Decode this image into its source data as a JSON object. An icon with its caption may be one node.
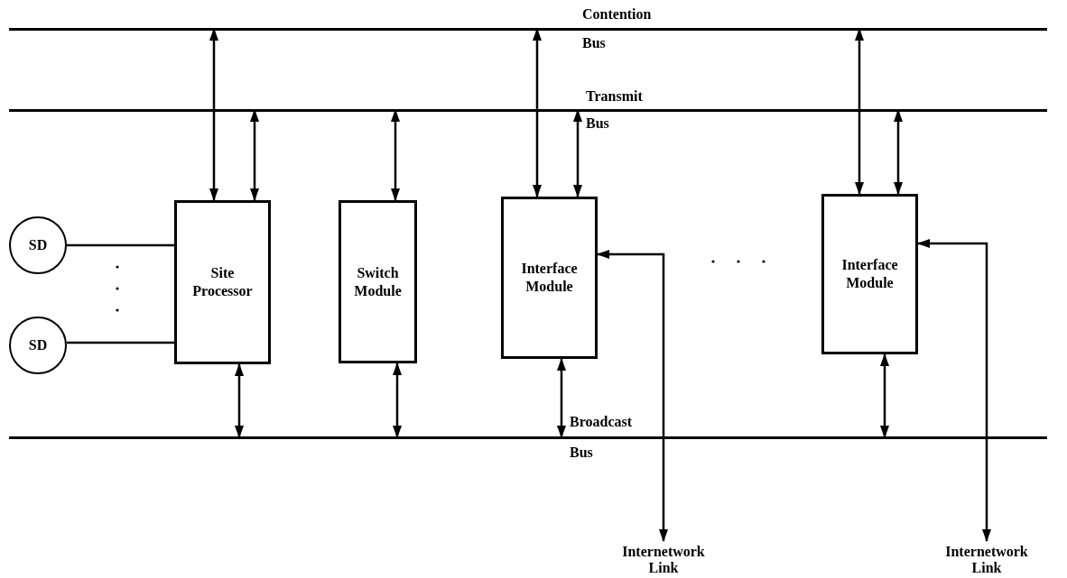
{
  "diagram": {
    "nodes": [
      {
        "text": [
          "Contention Bus"
        ]
      },
      {
        "text": [
          "Transmit Bus"
        ]
      },
      {
        "text": [
          "Broadcast Bus"
        ]
      },
      {
        "text": [
          "SD"
        ]
      },
      {
        "text": [
          "SD"
        ]
      },
      {
        "text": [
          "Site Processor"
        ]
      },
      {
        "text": [
          "Switch Module"
        ]
      },
      {
        "text": [
          "Interface Module"
        ]
      },
      {
        "text": [
          "Interface Module"
        ]
      },
      {
        "text": [
          "Internetwork Link"
        ]
      },
      {
        "text": [
          "Internetwork Link"
        ]
      }
    ],
    "edges": [
      {
        "from": 3,
        "to": 5,
        "arrow": "none"
      },
      {
        "from": 4,
        "to": 5,
        "arrow": "none"
      },
      {
        "from": 5,
        "to": 0,
        "arrow": "both"
      },
      {
        "from": 5,
        "to": 1,
        "arrow": "both"
      },
      {
        "from": 6,
        "to": 1,
        "arrow": "both"
      },
      {
        "from": 7,
        "to": 0,
        "arrow": "both"
      },
      {
        "from": 7,
        "to": 1,
        "arrow": "both"
      },
      {
        "from": 8,
        "to": 0,
        "arrow": "both"
      },
      {
        "from": 8,
        "to": 1,
        "arrow": "both"
      },
      {
        "from": 5,
        "to": 2,
        "arrow": "both"
      },
      {
        "from": 6,
        "to": 2,
        "arrow": "both"
      },
      {
        "from": 7,
        "to": 2,
        "arrow": "both"
      },
      {
        "from": 8,
        "to": 2,
        "arrow": "both"
      },
      {
        "from": 7,
        "to": 9,
        "arrow": "both"
      },
      {
        "from": 8,
        "to": 10,
        "arrow": "both"
      }
    ]
  }
}
